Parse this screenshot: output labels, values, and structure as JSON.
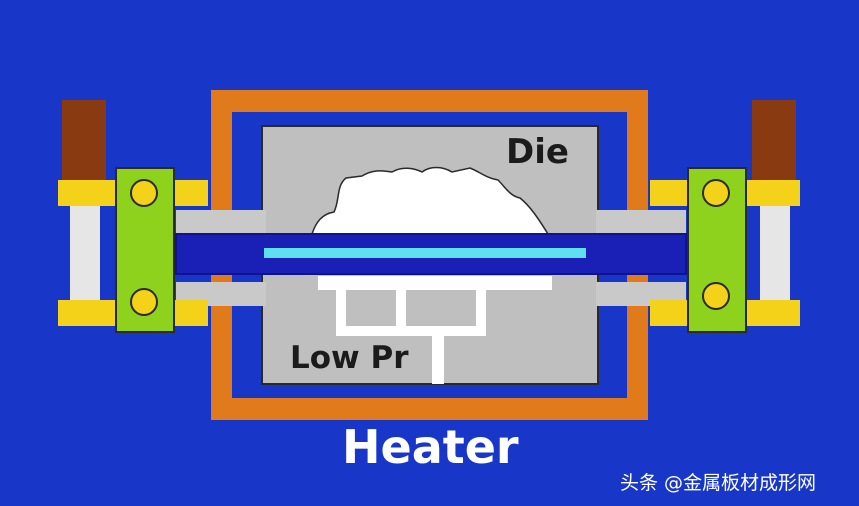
{
  "diagram": {
    "labels": {
      "die": "Die",
      "low_pressure": "Low Pr",
      "heater": "Heater"
    },
    "watermark": "头条 @金属板材成形网",
    "colors": {
      "background": "#1837c9",
      "heater_frame": "#e07a1a",
      "die": "#bfbfbf",
      "clamp_bar": "#c9c9c9",
      "sheet_dark": "#1a1fb5",
      "sheet_light": "#5fe0f0",
      "yellow_bracket": "#f5d21a",
      "green_plate": "#8ed21e",
      "brown_cylinder": "#8a3a10",
      "white_rod": "#e6e6e6",
      "formed_part": "#ffffff"
    }
  }
}
